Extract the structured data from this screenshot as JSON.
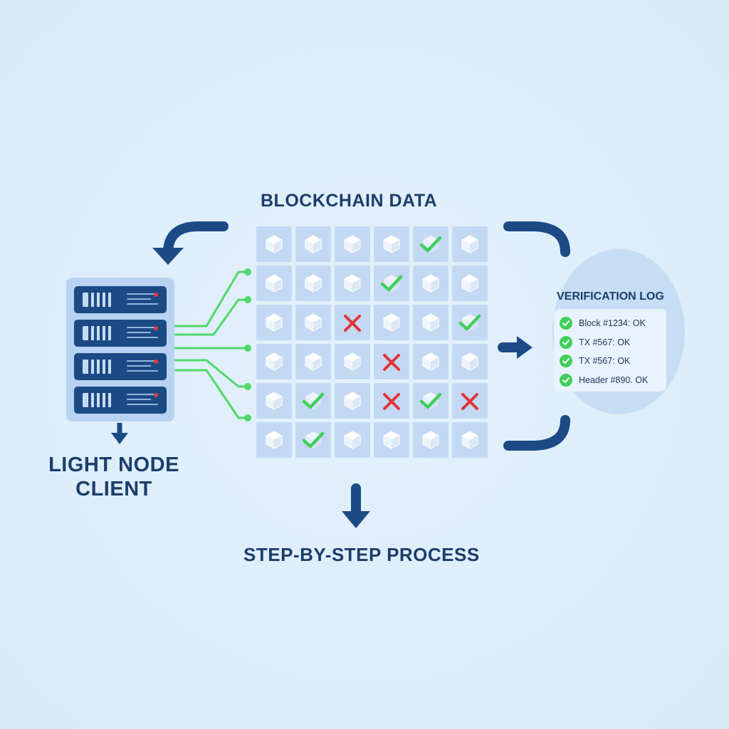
{
  "labels": {
    "grid_title": "BLOCKCHAIN DATA",
    "client_label_line1": "LIGHT NODE",
    "client_label_line2": "CLIENT",
    "process_label": "STEP-BY-STEP PROCESS"
  },
  "verification_log": {
    "title": "VERIFICATION LOG",
    "entries": [
      {
        "text": "Block #1234: OK",
        "status": "ok"
      },
      {
        "text": "TX #567: OK",
        "status": "ok"
      },
      {
        "text": "TX #567: OK",
        "status": "ok"
      },
      {
        "text": "Header #890. OK",
        "status": "ok"
      }
    ]
  },
  "block_grid": {
    "rows": [
      [
        "block",
        "block",
        "block",
        "block",
        "verified",
        "block"
      ],
      [
        "block",
        "block",
        "block",
        "verified",
        "block",
        "block"
      ],
      [
        "block",
        "block",
        "rejected",
        "block",
        "block",
        "verified"
      ],
      [
        "block",
        "block",
        "block",
        "rejected",
        "block",
        "block"
      ],
      [
        "block",
        "verified",
        "block",
        "rejected",
        "verified",
        "rejected"
      ],
      [
        "block",
        "verified",
        "block",
        "block",
        "block",
        "block"
      ]
    ]
  },
  "server": {
    "unit_count": 4
  },
  "icons": {
    "block": "cube-icon",
    "verified": "check-icon",
    "rejected": "cross-icon",
    "log_status": "check-circle-icon",
    "flow": "curved-arrow-icon"
  },
  "colors": {
    "background": "#deeefb",
    "navy": "#1c4a85",
    "text": "#1c3d6b",
    "verified": "#3fcf5b",
    "rejected": "#e0343a",
    "cell": "#c3d8f2",
    "connector": "#4fd96a"
  }
}
